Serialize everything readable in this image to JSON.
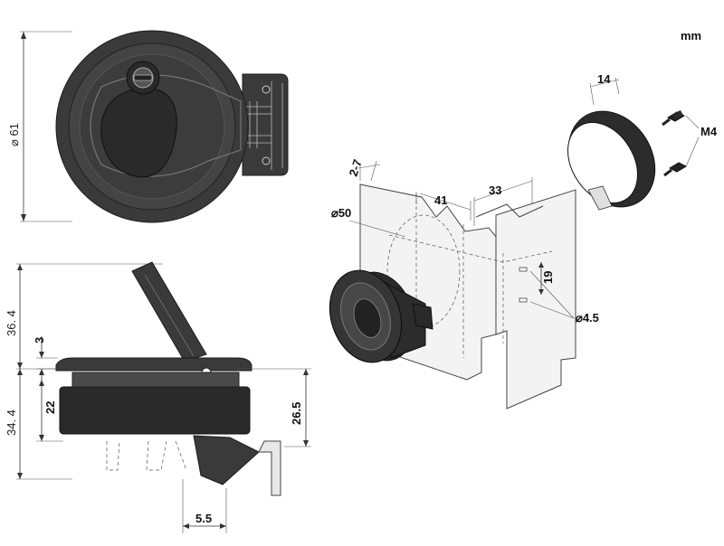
{
  "units": "mm",
  "labels": {
    "diameter_61": "⌀ 61",
    "height_36_4": "36. 4",
    "height_34_4": "34. 4",
    "dim_3": "3",
    "dim_22": "22",
    "dim_26_5": "26.5",
    "dim_5_5": "5.5",
    "dim_2_7": "2-7",
    "dim_41": "41",
    "dim_33": "33",
    "dim_14": "14",
    "diameter_50": "⌀50",
    "dim_19": "19",
    "diameter_4_5": "⌀4.5",
    "screw": "M4"
  },
  "colors": {
    "part": "#3a3a3a",
    "part_dark": "#2a2a2a",
    "plate": "#f3f3f3",
    "line": "#333333"
  }
}
